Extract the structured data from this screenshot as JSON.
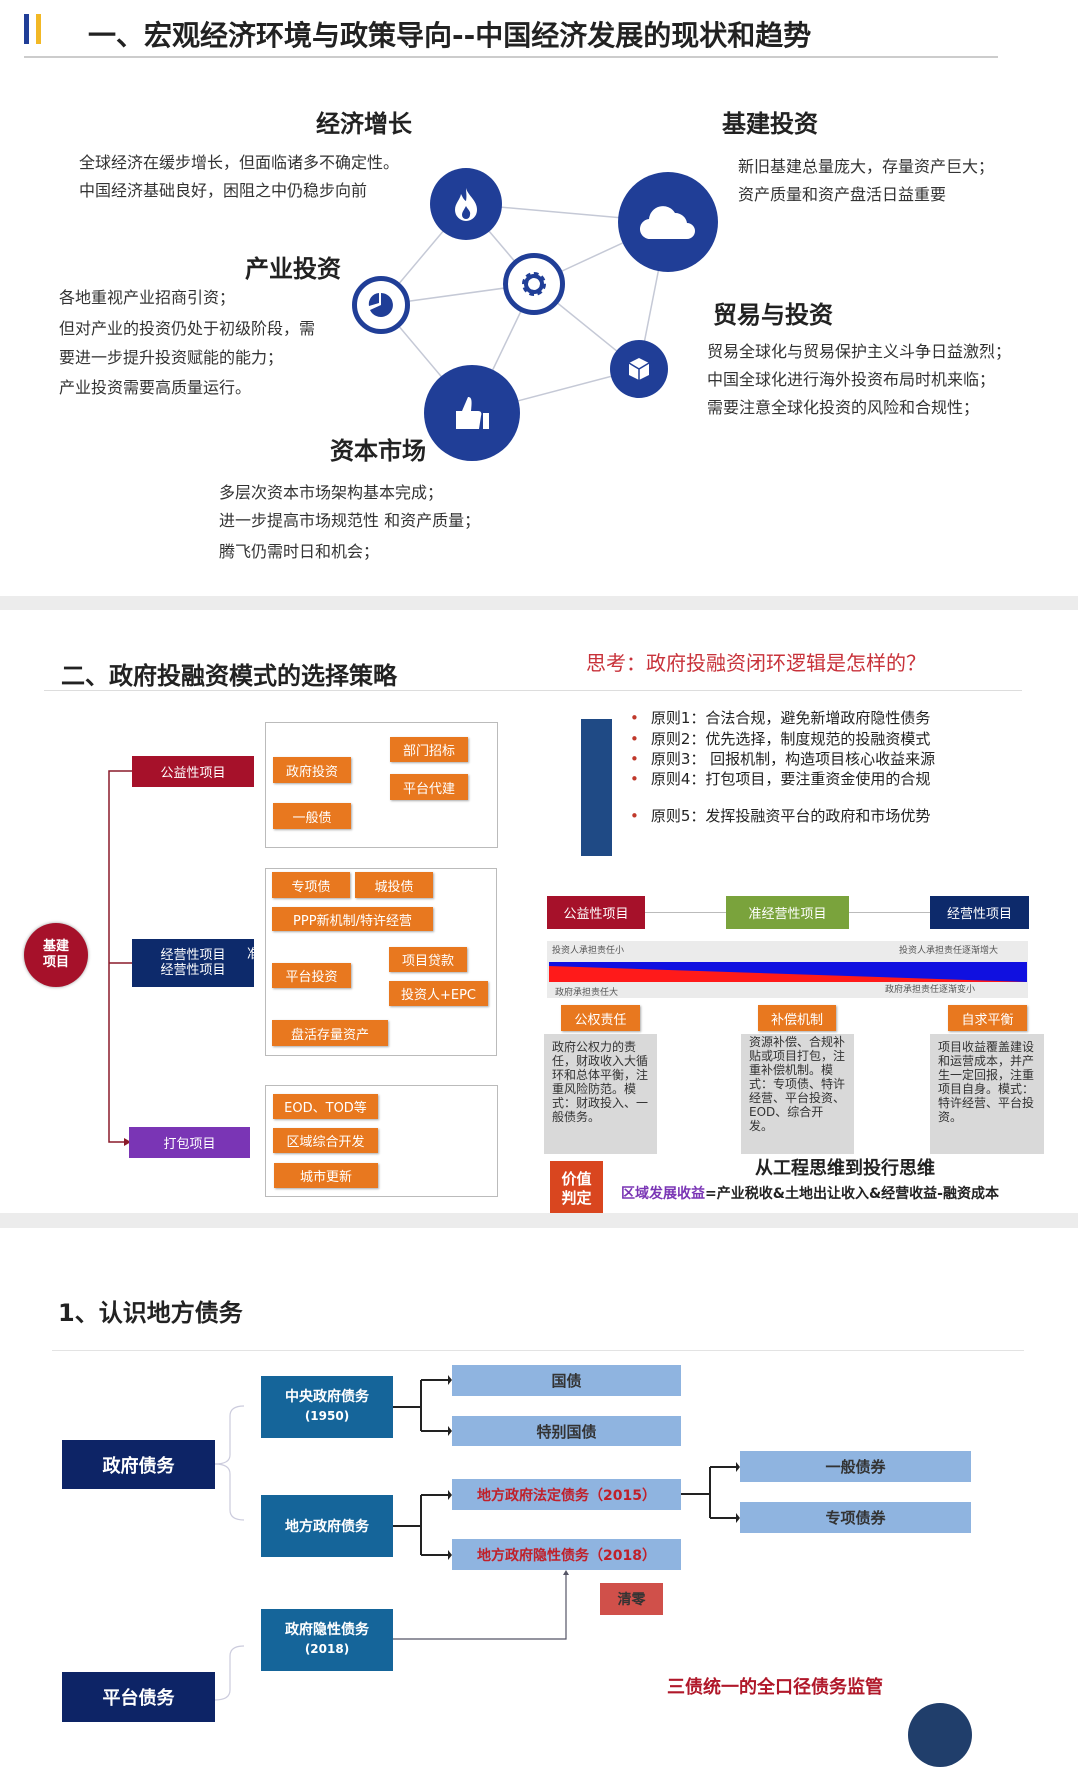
{
  "section1": {
    "title": "一、宏观经济环境与政策导向--中国经济发展的现状和趋势",
    "blocks": [
      {
        "title": "经济增长",
        "lines": [
          "全球经济在缓步增长，但面临诸多不确定性。",
          "中国经济基础良好，困阻之中仍稳步向前"
        ]
      },
      {
        "title": "基建投资",
        "lines": [
          "新旧基建总量庞大，存量资产巨大；",
          "资产质量和资产盘活日益重要"
        ]
      },
      {
        "title": "产业投资",
        "lines": [
          "各地重视产业招商引资；",
          "但对产业的投资仍处于初级阶段，需",
          "要进一步提升投资赋能的能力；",
          "产业投资需要高质量运行。"
        ]
      },
      {
        "title": "贸易与投资",
        "lines": [
          "贸易全球化与贸易保护主义斗争日益激烈；",
          "中国全球化进行海外投资布局时机来临；",
          "需要注意全球化投资的风险和合规性；"
        ]
      },
      {
        "title": "资本市场",
        "lines": [
          "多层次资本市场架构基本完成；",
          "进一步提高市场规范性 和资产质量；",
          "腾飞仍需时日和机会；"
        ]
      }
    ],
    "icons": [
      "fire-icon",
      "cloud-icon",
      "gear-icon",
      "pie-chart-icon",
      "cube-icon",
      "thumbs-up-icon"
    ]
  },
  "section2": {
    "title": "二、政府投融资模式的选择策略",
    "question": "思考：政府投融资闭环逻辑是怎样的？",
    "principles": [
      "原则1：合法合规，避免新增政府隐性债务",
      "原则2：优先选择，制度规范的投融资模式",
      "原则3： 回报机制，构造项目核心收益来源",
      "原则4：打包项目，要注重资金使用的合规",
      "原则5：发挥投融资平台的政府和市场优势"
    ],
    "root": "基建项目",
    "categories": {
      "public": "公益性项目",
      "operating": "经营性项目",
      "operating2": "经营性项目",
      "operating_cut": "准",
      "package": "打包项目"
    },
    "public_items": {
      "gov_invest": "政府投资",
      "tender": "部门招标",
      "platform_build": "平台代建",
      "general_bond": "一般债"
    },
    "operating_items": {
      "special_bond": "专项债",
      "city_bond": "城投债",
      "ppp": "PPP新机制/特许经营",
      "platform_invest": "平台投资",
      "loan": "项目贷款",
      "epc": "投资人+EPC",
      "revitalize": "盘活存量资产"
    },
    "package_items": [
      "EOD、TOD等",
      "区域综合开发",
      "城市更新"
    ],
    "spectrum": {
      "headers": [
        "公益性项目",
        "准经营性项目",
        "经营性项目"
      ],
      "investor_low": "投资人承担责任小",
      "investor_high": "投资人承担责任逐渐增大",
      "gov_high": "政府承担责任大",
      "gov_low": "政府承担责任逐渐变小",
      "mechanisms": [
        "公权责任",
        "补偿机制",
        "自求平衡"
      ],
      "descriptions": [
        "政府公权力的责任，财政收入大循环和总体平衡，注重风险防范。模式：财政投入、一般债务。",
        "资源补偿、合规补贴或项目打包，注重补偿机制。模式：专项债、特许经营、平台投资、EOD、综合开发。",
        "项目收益覆盖建设和运营成本，并产生一定回报，注重项目自身。模式：特许经营、平台投资。"
      ]
    },
    "value_label": "价值判定",
    "thinking": "从工程思维到投行思维",
    "formula_term": "区域发展收益",
    "formula_rest": "=产业税收&土地出让收入&经营收益-融资成本",
    "colors": {
      "red": "#a6112a",
      "navy": "#0d2a6b",
      "purple": "#7a35b5",
      "green": "#7aa33c",
      "orange": "#e8781f"
    }
  },
  "section3": {
    "title": "1、认识地方债务",
    "gov_debt": "政府债务",
    "platform_debt": "平台债务",
    "central": "中央政府债务",
    "central_year": "(1950)",
    "local": "地方政府债务",
    "hidden": "政府隐性债务",
    "hidden_year": "(2018)",
    "national": "国债",
    "special_national": "特别国债",
    "legal": "地方政府法定债务（2015）",
    "local_hidden": "地方政府隐性债务（2018）",
    "general": "一般债券",
    "special": "专项债券",
    "clear": "清零",
    "unified": "三债统一的全口径债务监管"
  }
}
